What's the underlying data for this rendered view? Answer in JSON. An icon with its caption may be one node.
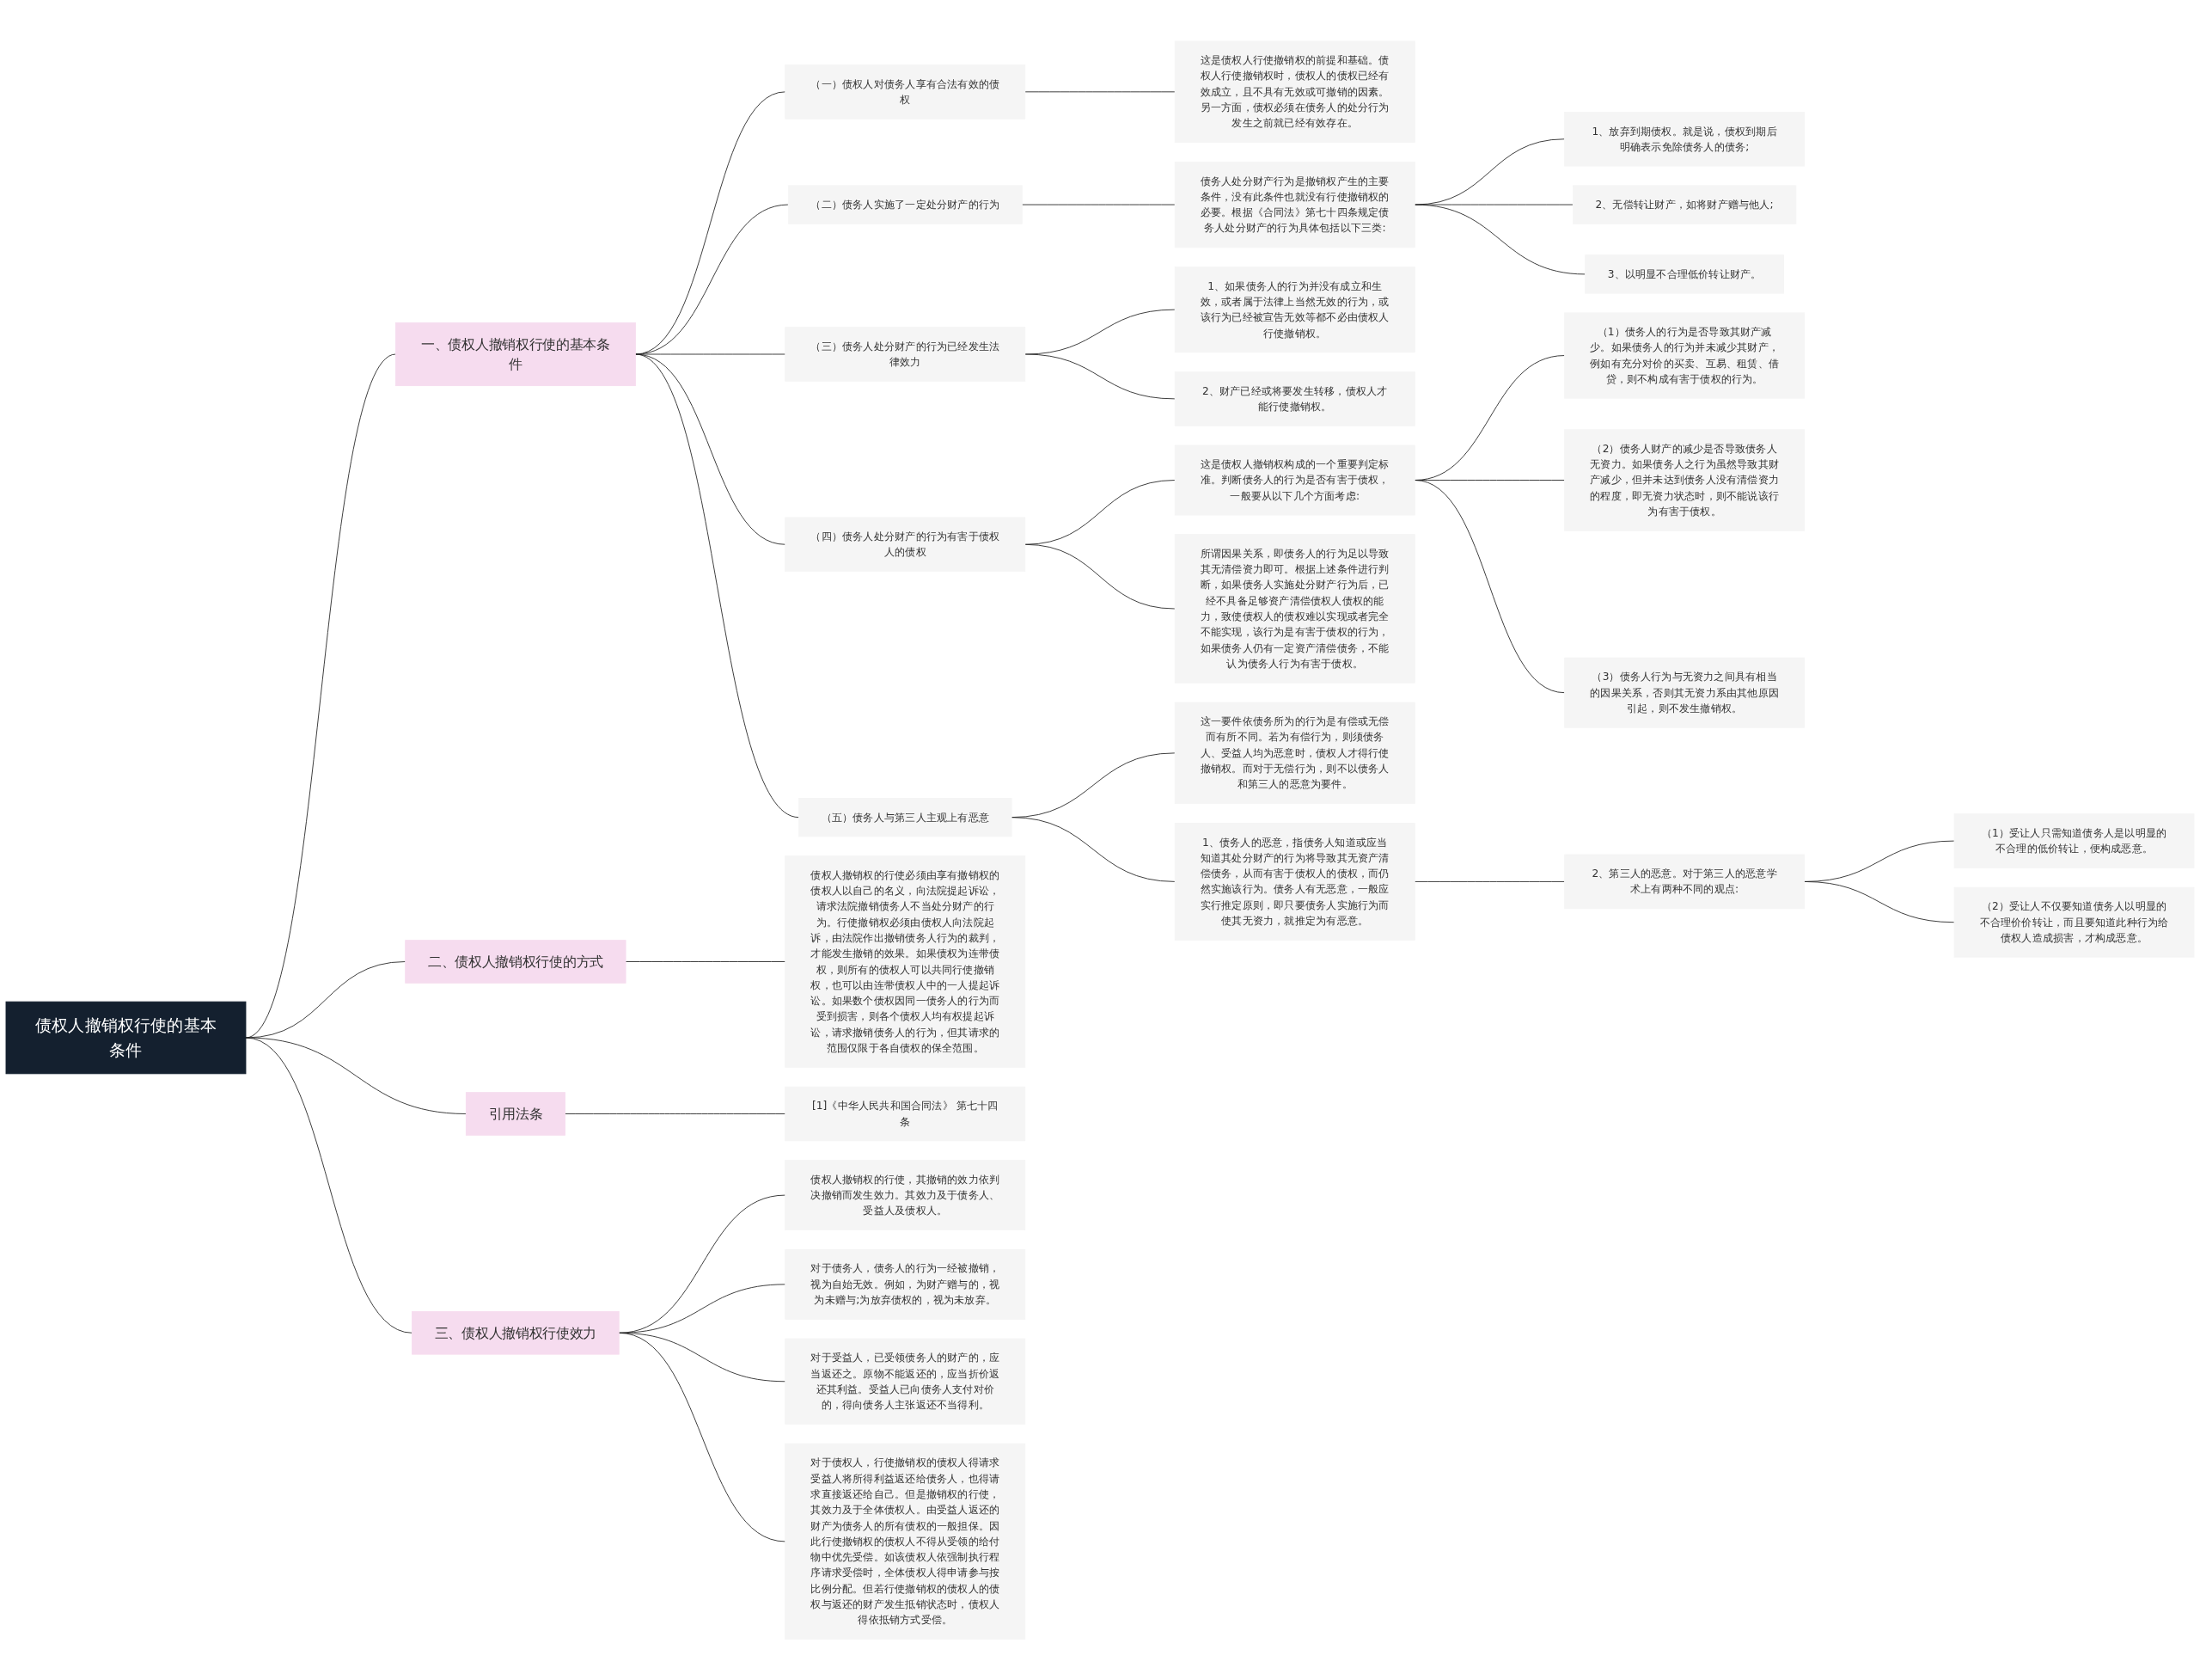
{
  "diagram": {
    "nodes": [
      {
        "text": [
          "债权人撤销权行使的基本条件"
        ]
      },
      {
        "text": [
          "一、债权人撤销权行使的基本条件"
        ]
      },
      {
        "text": [
          "（一）债权人对债务人享有合法有效的债权"
        ]
      },
      {
        "text": [
          "这是债权人行使撤销权的前提和基础。债权人行使撤销权时，债权人的债权已经有效成立，且不具有无效或可撤销的因素。另一方面，债权必须在债务人的处分行为发生之前就已经有效存在。"
        ]
      },
      {
        "text": [
          "（二）债务人实施了一定处分财产的行为"
        ]
      },
      {
        "text": [
          "债务人处分财产行为是撤销权产生的主要条件，没有此条件也就没有行使撤销权的必要。根据《合同法》第七十四条规定债务人处分财产的行为具体包括以下三类:"
        ]
      },
      {
        "text": [
          "1、放弃到期债权。就是说，债权到期后明确表示免除债务人的债务;"
        ]
      },
      {
        "text": [
          "2、无偿转让财产，如将财产赠与他人;"
        ]
      },
      {
        "text": [
          "3、以明显不合理低价转让财产。"
        ]
      },
      {
        "text": [
          "（三）债务人处分财产的行为已经发生法律效力"
        ]
      },
      {
        "text": [
          "1、如果债务人的行为并没有成立和生效，或者属于法律上当然无效的行为，或该行为已经被宣告无效等都不必由债权人行使撤销权。"
        ]
      },
      {
        "text": [
          "2、财产已经或将要发生转移，债权人才能行使撤销权。"
        ]
      },
      {
        "text": [
          "（四）债务人处分财产的行为有害于债权人的债权"
        ]
      },
      {
        "text": [
          "这是债权人撤销权构成的一个重要判定标准。判断债务人的行为是否有害于债权，一般要从以下几个方面考虑:"
        ]
      },
      {
        "text": [
          "（1）债务人的行为是否导致其财产减少。如果债务人的行为并未减少其财产，例如有充分对价的买卖、互易、租赁、借贷，则不构成有害于债权的行为。"
        ]
      },
      {
        "text": [
          "（2）债务人财产的减少是否导致债务人无资力。如果债务人之行为虽然导致其财产减少，但并未达到债务人没有清偿资力的程度，即无资力状态时，则不能说该行为有害于债权。"
        ]
      },
      {
        "text": [
          "（3）债务人行为与无资力之间具有相当的因果关系，否则其无资力系由其他原因引起，则不发生撤销权。"
        ]
      },
      {
        "text": [
          "所谓因果关系，即债务人的行为足以导致其无清偿资力即可。根据上述条件进行判断，如果债务人实施处分财产行为后，已经不具备足够资产清偿债权人债权的能力，致使债权人的债权难以实现或者完全不能实现，该行为是有害于债权的行为，如果债务人仍有一定资产清偿债务，不能认为债务人行为有害于债权。"
        ]
      },
      {
        "text": [
          "（五）债务人与第三人主观上有恶意"
        ]
      },
      {
        "text": [
          "这一要件依债务所为的行为是有偿或无偿而有所不同。若为有偿行为，则须债务人、受益人均为恶意时，债权人才得行使撤销权。而对于无偿行为，则不以债务人和第三人的恶意为要件。"
        ]
      },
      {
        "text": [
          "1、债务人的恶意，指债务人知道或应当知道其处分财产的行为将导致其无资产清偿债务，从而有害于债权人的债权，而仍然实施该行为。债务人有无恶意，一般应实行推定原则，即只要债务人实施行为而使其无资力，就推定为有恶意。"
        ]
      },
      {
        "text": [
          "2、第三人的恶意。对于第三人的恶意学术上有两种不同的观点:"
        ]
      },
      {
        "text": [
          "（1）受让人只需知道债务人是以明显的不合理的低价转让，便构成恶意。"
        ]
      },
      {
        "text": [
          "（2）受让人不仅要知道债务人以明显的不合理价价转让，而且要知道此种行为给债权人造成损害，才构成恶意。"
        ]
      },
      {
        "text": [
          "二、债权人撤销权行使的方式"
        ]
      },
      {
        "text": [
          "债权人撤销权的行使必须由享有撤销权的债权人以自己的名义，向法院提起诉讼，请求法院撤销债务人不当处分财产的行为。行使撤销权必须由债权人向法院起诉，由法院作出撤销债务人行为的裁判，才能发生撤销的效果。如果债权为连带债权，则所有的债权人可以共同行使撤销权，也可以由连带债权人中的一人提起诉讼。如果数个债权因同一债务人的行为而受到损害，则各个债权人均有权提起诉讼，请求撤销债务人的行为，但其请求的范围仅限于各自债权的保全范围。"
        ]
      },
      {
        "text": [
          "引用法条"
        ]
      },
      {
        "text": [
          "[1]《中华人民共和国合同法》 第七十四条"
        ]
      },
      {
        "text": [
          "三、债权人撤销权行使效力"
        ]
      },
      {
        "text": [
          "债权人撤销权的行使，其撤销的效力依判决撤销而发生效力。其效力及于债务人、受益人及债权人。"
        ]
      },
      {
        "text": [
          "对于债务人，债务人的行为一经被撤销，视为自始无效。例如，为财产赠与的，视为未赠与;为放弃债权的，视为未放弃。"
        ]
      },
      {
        "text": [
          "对于受益人，已受领债务人的财产的，应当返还之。原物不能返还的，应当折价返还其利益。受益人已向债务人支付对价的，得向债务人主张返还不当得利。"
        ]
      },
      {
        "text": [
          "对于债权人，行使撤销权的债权人得请求受益人将所得利益返还给债务人，也得请求直接返还给自己。但是撤销权的行使，其效力及于全体债权人。由受益人返还的财产为债务人的所有债权的一般担保。因此行使撤销权的债权人不得从受领的给付物中优先受偿。如该债权人依强制执行程序请求受偿时，全体债权人得申请参与按比例分配。但若行使撤销权的债权人的债权与返还的财产发生抵销状态时，债权人得依抵销方式受偿。"
        ]
      }
    ],
    "edges": [
      {
        "from": 0,
        "to": 1,
        "arrow": "none"
      },
      {
        "from": 1,
        "to": 2,
        "arrow": "none"
      },
      {
        "from": 2,
        "to": 3,
        "arrow": "none"
      },
      {
        "from": 1,
        "to": 4,
        "arrow": "none"
      },
      {
        "from": 4,
        "to": 5,
        "arrow": "none"
      },
      {
        "from": 5,
        "to": 6,
        "arrow": "none"
      },
      {
        "from": 5,
        "to": 7,
        "arrow": "none"
      },
      {
        "from": 5,
        "to": 8,
        "arrow": "none"
      },
      {
        "from": 1,
        "to": 9,
        "arrow": "none"
      },
      {
        "from": 9,
        "to": 10,
        "arrow": "none"
      },
      {
        "from": 9,
        "to": 11,
        "arrow": "none"
      },
      {
        "from": 1,
        "to": 12,
        "arrow": "none"
      },
      {
        "from": 12,
        "to": 13,
        "arrow": "none"
      },
      {
        "from": 13,
        "to": 14,
        "arrow": "none"
      },
      {
        "from": 13,
        "to": 15,
        "arrow": "none"
      },
      {
        "from": 13,
        "to": 16,
        "arrow": "none"
      },
      {
        "from": 12,
        "to": 17,
        "arrow": "none"
      },
      {
        "from": 1,
        "to": 18,
        "arrow": "none"
      },
      {
        "from": 18,
        "to": 19,
        "arrow": "none"
      },
      {
        "from": 18,
        "to": 20,
        "arrow": "none"
      },
      {
        "from": 20,
        "to": 21,
        "arrow": "none"
      },
      {
        "from": 21,
        "to": 22,
        "arrow": "none"
      },
      {
        "from": 21,
        "to": 23,
        "arrow": "none"
      },
      {
        "from": 0,
        "to": 24,
        "arrow": "none"
      },
      {
        "from": 24,
        "to": 25,
        "arrow": "none"
      },
      {
        "from": 0,
        "to": 26,
        "arrow": "none"
      },
      {
        "from": 26,
        "to": 27,
        "arrow": "none"
      },
      {
        "from": 0,
        "to": 28,
        "arrow": "none"
      },
      {
        "from": 28,
        "to": 29,
        "arrow": "none"
      },
      {
        "from": 28,
        "to": 30,
        "arrow": "none"
      },
      {
        "from": 28,
        "to": 31,
        "arrow": "none"
      },
      {
        "from": 28,
        "to": 32,
        "arrow": "none"
      }
    ]
  }
}
